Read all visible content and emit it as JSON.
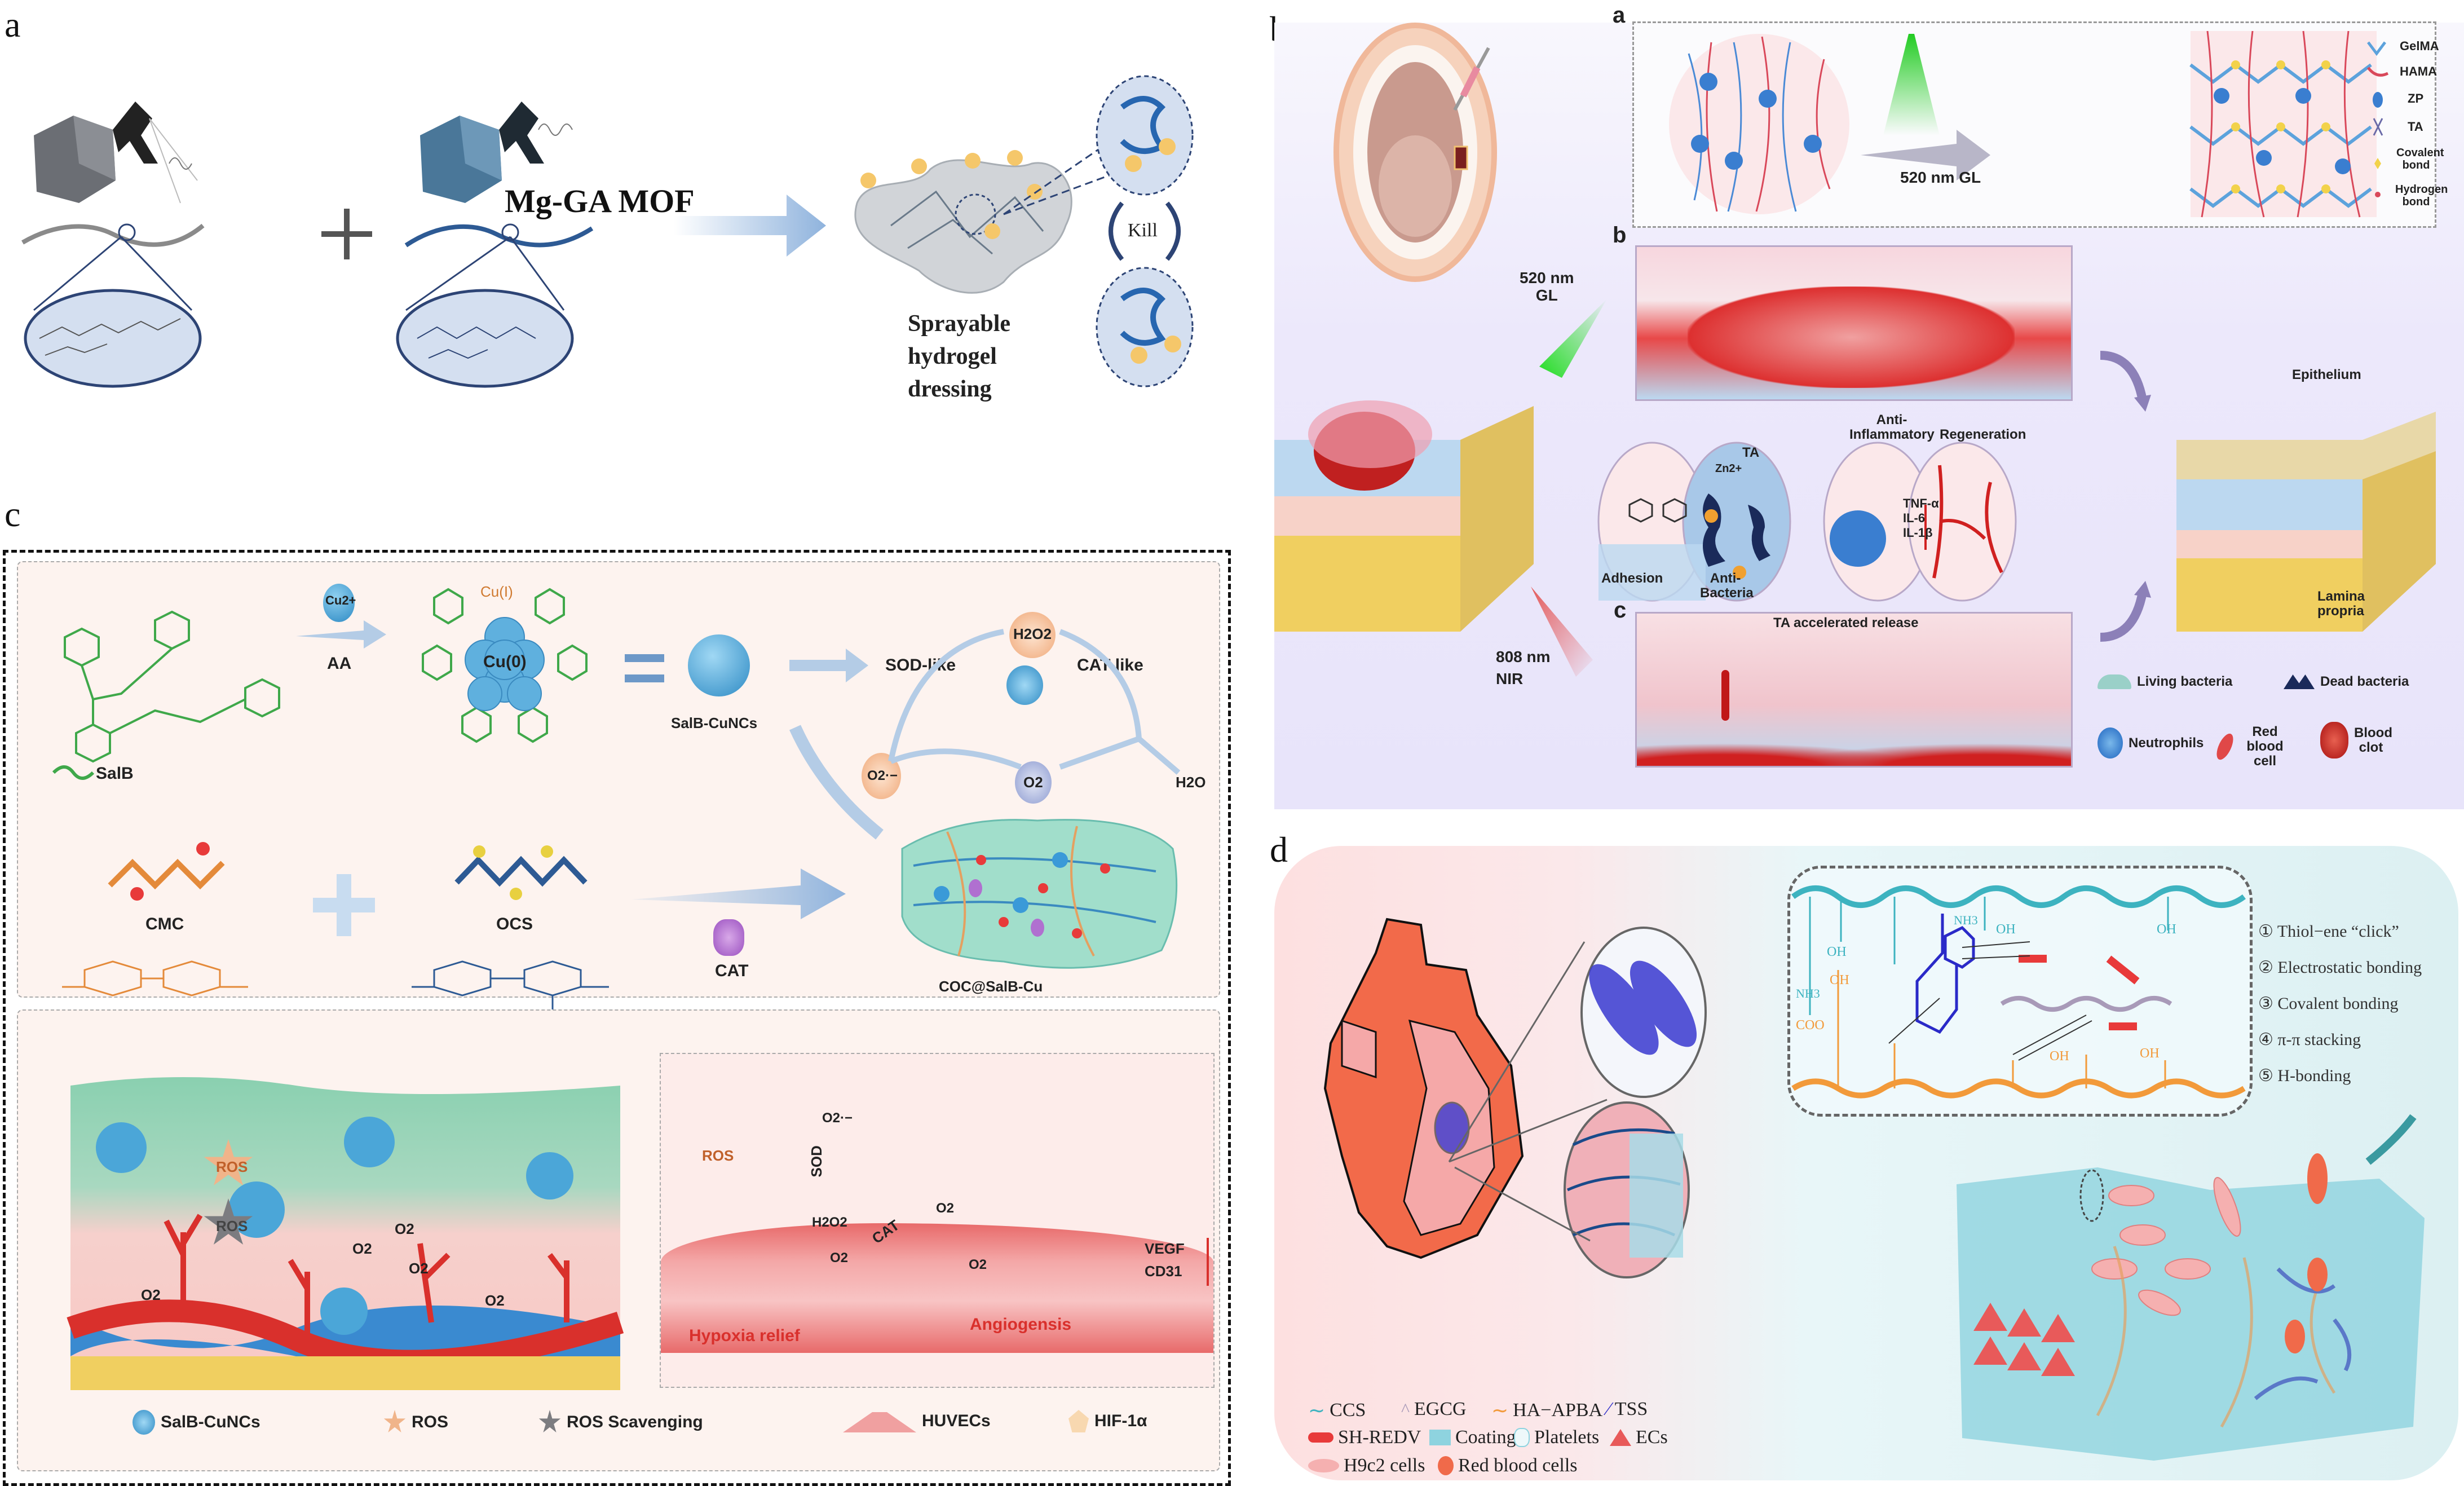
{
  "figure": {
    "panels": [
      "a",
      "b",
      "c",
      "d"
    ]
  },
  "panel_a": {
    "letter": "a",
    "mof_label": "Mg-GA MOF",
    "product_label": [
      "Sprayable",
      "hydrogel",
      "dressing"
    ],
    "kill_label": "Kill",
    "colors": {
      "spray_gray": "#6b6e74",
      "spray_blue": "#4a7799",
      "ellipse_fill": "#d4dff0",
      "ellipse_stroke": "#2d4475",
      "arrow": "#8fb3dd"
    }
  },
  "panel_b": {
    "letter": "b",
    "sub_a": {
      "letter": "a",
      "light_label": "520 nm GL",
      "legend": [
        {
          "icon": "gelma-icon",
          "label": "GelMA"
        },
        {
          "icon": "hama-icon",
          "label": "HAMA"
        },
        {
          "icon": "zp-icon",
          "label": "ZP"
        },
        {
          "icon": "ta-icon",
          "label": "TA"
        },
        {
          "icon": "covalent-bond-icon",
          "label": "Covalent bond"
        },
        {
          "icon": "hydrogen-bond-icon",
          "label": "Hydrogen bond"
        }
      ]
    },
    "sub_b": {
      "letter": "b",
      "light_label": [
        "520 nm",
        "GL"
      ]
    },
    "sub_c": {
      "letter": "c",
      "title": "TA accelerated release",
      "light_label": [
        "808 nm",
        "NIR"
      ]
    },
    "functions": [
      {
        "label": "Adhesion"
      },
      {
        "label": "Anti-Bacteria",
        "extra": [
          "TA",
          "Zn2+"
        ]
      },
      {
        "label": "Anti-Inflammatory",
        "extra": [
          "TNF-α",
          "IL-6",
          "IL-1β"
        ]
      },
      {
        "label": "Regeneration"
      }
    ],
    "tissue_labels": {
      "epithelium": "Epithelium",
      "lamina": "Lamina propria"
    },
    "legend": [
      {
        "icon": "living-bacteria-icon",
        "label": "Living bacteria"
      },
      {
        "icon": "dead-bacteria-icon",
        "label": "Dead bacteria"
      },
      {
        "icon": "neutrophil-icon",
        "label": "Neutrophils"
      },
      {
        "icon": "red-blood-cell-icon",
        "label": "Red blood cell"
      },
      {
        "icon": "blood-clot-icon",
        "label": "Blood clot"
      }
    ],
    "colors": {
      "background": "#ece8fb",
      "green_light": "#3ad43a",
      "nir_red": "#e45a5a",
      "arrow": "#8c80b8"
    }
  },
  "panel_c": {
    "letter": "c",
    "top": {
      "salb": "SalB",
      "cu_ion": "Cu2+",
      "reductant": "AA",
      "cu_i": "Cu(I)",
      "cu_0": "Cu(0)",
      "nanocluster": "SalB-CuNCs",
      "sod": "SOD-like",
      "cat": "CAT-like",
      "h2o2": "H2O2",
      "superoxide": "O2·−",
      "o2": "O2",
      "h2o": "H2O",
      "cmc": "CMC",
      "ocs": "OCS",
      "cat_enzyme": "CAT",
      "hydrogel": "COC@SalB-Cu"
    },
    "bottom": {
      "ros": "ROS",
      "o2": "O2",
      "sod": "SOD",
      "cat": "CAT",
      "h2o2": "H2O2",
      "superoxide": "O2·−",
      "vegf": "VEGF",
      "cd31": "CD31",
      "hypoxia": "Hypoxia relief",
      "angio": "Angiogensis"
    },
    "legend": [
      {
        "icon": "salb-cuncs-icon",
        "label": "SalB-CuNCs"
      },
      {
        "icon": "ros-icon",
        "label": "ROS"
      },
      {
        "icon": "ros-scavenging-icon",
        "label": "ROS Scavenging"
      },
      {
        "icon": "huvecs-icon",
        "label": "HUVECs"
      },
      {
        "icon": "hif-icon",
        "label": "HIF-1α"
      }
    ],
    "colors": {
      "bg": "#fdf1ef",
      "cluster": "#4ba6d8",
      "ros_orange": "#f0b48a",
      "red": "#d9302c",
      "green": "#3fa84a"
    }
  },
  "panel_d": {
    "letter": "d",
    "bonds": [
      "① Thiol−ene “click”",
      "② Electrostatic bonding",
      "③ Covalent bonding",
      "④ π-π stacking",
      "⑤ H-bonding"
    ],
    "chem_labels": {
      "nh3": "NH3",
      "oh": "OH",
      "coo": "COO"
    },
    "legend": [
      {
        "icon": "ccs-icon",
        "label": "CCS"
      },
      {
        "icon": "egcg-icon",
        "label": "EGCG"
      },
      {
        "icon": "ha-apba-icon",
        "label": "HA−APBA"
      },
      {
        "icon": "tss-icon",
        "label": "TSS"
      },
      {
        "icon": "sh-redv-icon",
        "label": "SH-REDV"
      },
      {
        "icon": "coating-icon",
        "label": "Coating"
      },
      {
        "icon": "platelets-icon",
        "label": "Platelets"
      },
      {
        "icon": "ecs-icon",
        "label": "ECs"
      },
      {
        "icon": "h9c2-icon",
        "label": "H9c2 cells"
      },
      {
        "icon": "rbc-icon",
        "label": "Red blood cells"
      }
    ],
    "colors": {
      "heart": "#f26a4a",
      "ccs": "#3db3c0",
      "egcg": "#a89ab8",
      "ha": "#f29a3a",
      "tss": "#2a2ac8",
      "sh_redv": "#e83a3a",
      "coating": "#8ed3df"
    }
  }
}
